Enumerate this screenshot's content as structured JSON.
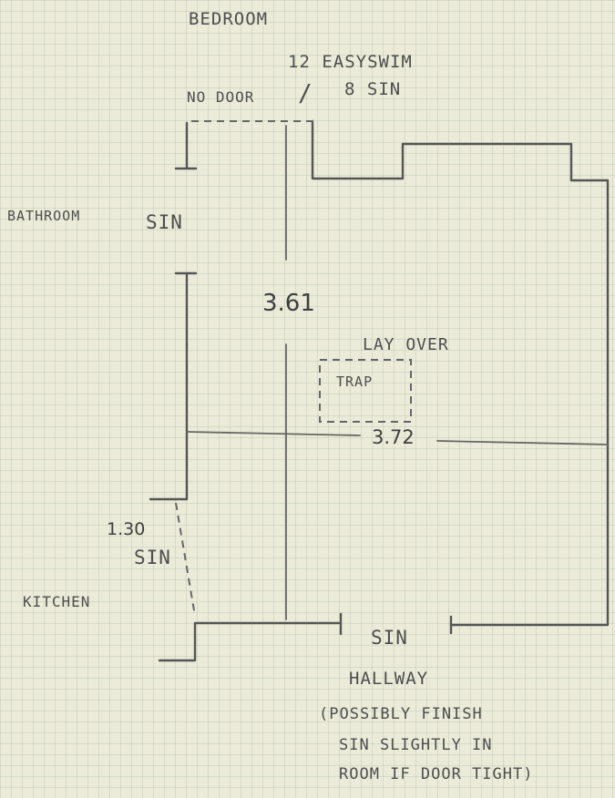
{
  "labels": {
    "bedroom": "BEDROOM",
    "easyswim": "12 EASYSWIM",
    "no_door": "NO DOOR",
    "slash": "/",
    "eight_sin": "8 SIN",
    "bathroom": "BATHROOM",
    "bath_sin": "SIN",
    "dim_vertical": "3.61",
    "lay_over": "LAY OVER",
    "trap": "TRAP",
    "dim_horizontal": "3.72",
    "dim_diag": "1.30",
    "diag_sin": "SIN",
    "kitchen": "KITCHEN",
    "hall_sin": "SIN",
    "hallway": "HALLWAY",
    "note_line1": "(POSSIBLY FINISH",
    "note_line2": "SIN SLIGHTLY IN",
    "note_line3": "ROOM IF DOOR TIGHT)"
  }
}
